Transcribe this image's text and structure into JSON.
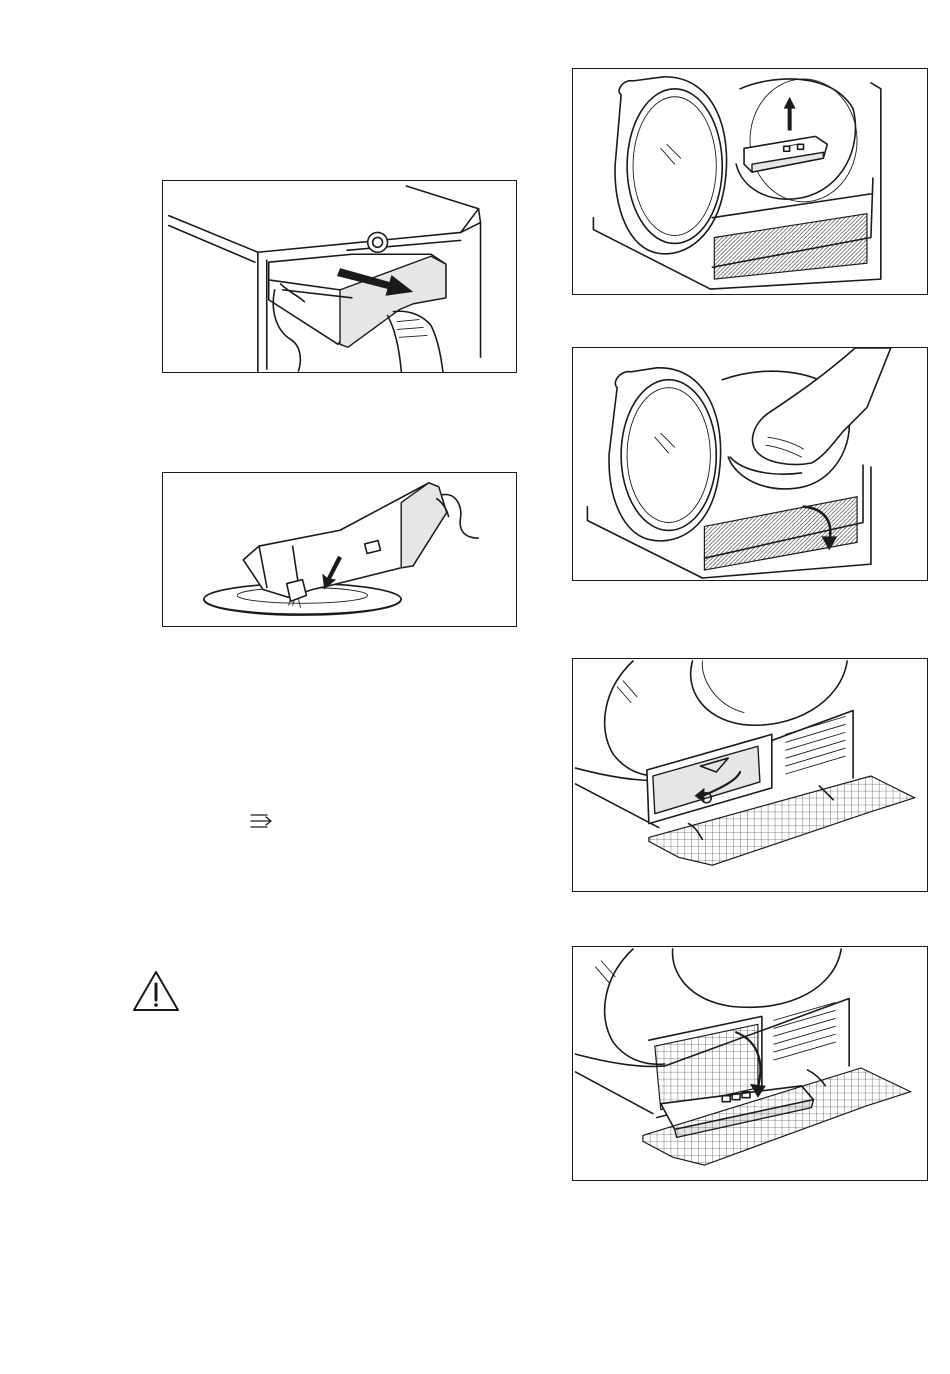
{
  "page": {
    "figures": [
      {
        "id": "drawer",
        "subject": "water-container-removal"
      },
      {
        "id": "empty",
        "subject": "emptying-water-container"
      },
      {
        "id": "filter",
        "subject": "door-filter-removal"
      },
      {
        "id": "lint",
        "subject": "cleaning-filter-seat"
      },
      {
        "id": "cover",
        "subject": "heat-exchanger-cover"
      },
      {
        "id": "condenser",
        "subject": "condenser-removal"
      }
    ],
    "icons": {
      "program_symbol": "program-symbol-icon",
      "warning": "warning-triangle-icon"
    }
  }
}
